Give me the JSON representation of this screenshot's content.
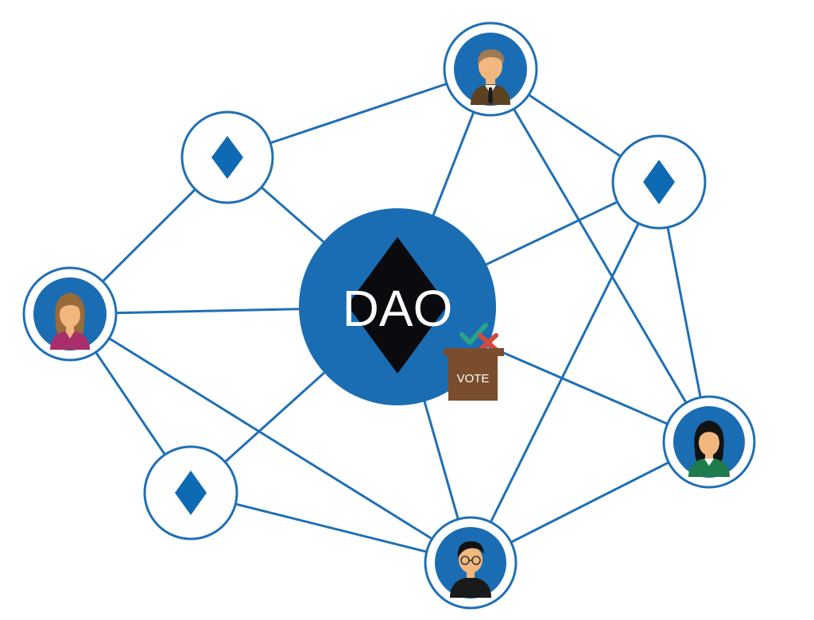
{
  "hub": {
    "label": "DAO"
  },
  "ballot": {
    "label": "VOTE"
  },
  "colors": {
    "line": "#1f6fb5",
    "hub": "#1a6db3",
    "diamond": "#0e6ab2",
    "hub_diamond": "#0b0b0f",
    "ballot_box": "#7a4e2c",
    "ballot_text": "#ffffff",
    "check": "#2aa386",
    "cross": "#d24b3e"
  },
  "nodes": [
    {
      "id": "member-suit-man",
      "kind": "member",
      "icon": "man-in-suit-avatar-icon"
    },
    {
      "id": "member-woman-pink",
      "kind": "member",
      "icon": "woman-avatar-icon"
    },
    {
      "id": "member-woman-black-hair",
      "kind": "member",
      "icon": "woman-avatar-icon"
    },
    {
      "id": "member-man-glasses",
      "kind": "member",
      "icon": "man-with-glasses-avatar-icon"
    },
    {
      "id": "token-top-left",
      "kind": "token",
      "icon": "diamond-icon"
    },
    {
      "id": "token-right",
      "kind": "token",
      "icon": "diamond-icon"
    },
    {
      "id": "token-bottom-left",
      "kind": "token",
      "icon": "diamond-icon"
    }
  ]
}
